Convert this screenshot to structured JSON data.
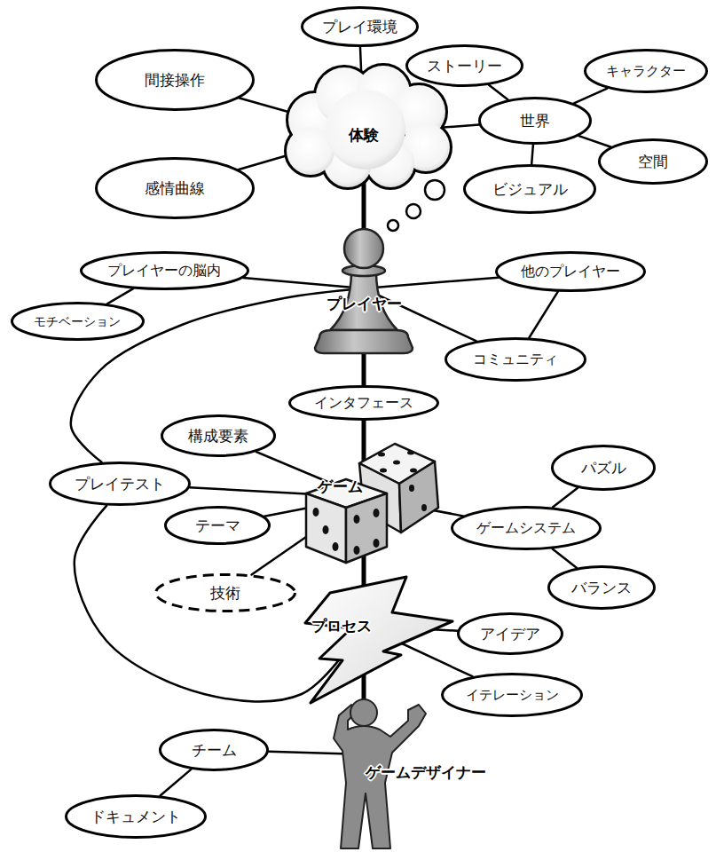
{
  "diagram": {
    "nodes": [
      {
        "text": [
          "プレイ環境"
        ]
      },
      {
        "text": [
          "ストーリー"
        ]
      },
      {
        "text": [
          "キャラクター"
        ]
      },
      {
        "text": [
          "間接操作"
        ]
      },
      {
        "text": [
          "世界"
        ]
      },
      {
        "text": [
          "体験"
        ]
      },
      {
        "text": [
          "空間"
        ]
      },
      {
        "text": [
          "感情曲線"
        ]
      },
      {
        "text": [
          "ビジュアル"
        ]
      },
      {
        "text": [
          "プレイヤーの脳内"
        ]
      },
      {
        "text": [
          "他のプレイヤー"
        ]
      },
      {
        "text": [
          "プレイヤー"
        ]
      },
      {
        "text": [
          "モチベーション"
        ]
      },
      {
        "text": [
          "コミュニティ"
        ]
      },
      {
        "text": [
          "インタフェース"
        ]
      },
      {
        "text": [
          "構成要素"
        ]
      },
      {
        "text": [
          "プレイテスト"
        ]
      },
      {
        "text": [
          "ゲーム"
        ]
      },
      {
        "text": [
          "パズル"
        ]
      },
      {
        "text": [
          "ゲームシステム"
        ]
      },
      {
        "text": [
          "テーマ"
        ]
      },
      {
        "text": [
          "バランス"
        ]
      },
      {
        "text": [
          "技術"
        ]
      },
      {
        "text": [
          "プロセス"
        ]
      },
      {
        "text": [
          "アイデア"
        ]
      },
      {
        "text": [
          "イテレーション"
        ]
      },
      {
        "text": [
          "チーム"
        ]
      },
      {
        "text": [
          "ゲームデザイナー"
        ]
      },
      {
        "text": [
          "ドキュメント"
        ]
      }
    ],
    "edges": [
      {
        "from": 5,
        "to": 0,
        "arrow": "none"
      },
      {
        "from": 5,
        "to": 3,
        "arrow": "none"
      },
      {
        "from": 5,
        "to": 7,
        "arrow": "none"
      },
      {
        "from": 5,
        "to": 4,
        "arrow": "none"
      },
      {
        "from": 4,
        "to": 1,
        "arrow": "none"
      },
      {
        "from": 4,
        "to": 2,
        "arrow": "none"
      },
      {
        "from": 4,
        "to": 6,
        "arrow": "none"
      },
      {
        "from": 4,
        "to": 8,
        "arrow": "none"
      },
      {
        "from": 11,
        "to": 5,
        "arrow": "none"
      },
      {
        "from": 11,
        "to": 9,
        "arrow": "none"
      },
      {
        "from": 11,
        "to": 10,
        "arrow": "none"
      },
      {
        "from": 9,
        "to": 12,
        "arrow": "none"
      },
      {
        "from": 10,
        "to": 13,
        "arrow": "none"
      },
      {
        "from": 11,
        "to": 13,
        "arrow": "none"
      },
      {
        "from": 11,
        "to": 14,
        "arrow": "none"
      },
      {
        "from": 14,
        "to": 17,
        "arrow": "none"
      },
      {
        "from": 17,
        "to": 15,
        "arrow": "none"
      },
      {
        "from": 17,
        "to": 16,
        "arrow": "none"
      },
      {
        "from": 17,
        "to": 20,
        "arrow": "none"
      },
      {
        "from": 17,
        "to": 22,
        "arrow": "none"
      },
      {
        "from": 17,
        "to": 19,
        "arrow": "none"
      },
      {
        "from": 19,
        "to": 18,
        "arrow": "none"
      },
      {
        "from": 19,
        "to": 21,
        "arrow": "none"
      },
      {
        "from": 17,
        "to": 23,
        "arrow": "none"
      },
      {
        "from": 23,
        "to": 24,
        "arrow": "none"
      },
      {
        "from": 23,
        "to": 25,
        "arrow": "none"
      },
      {
        "from": 23,
        "to": 27,
        "arrow": "none"
      },
      {
        "from": 27,
        "to": 26,
        "arrow": "none"
      },
      {
        "from": 26,
        "to": 28,
        "arrow": "none"
      },
      {
        "from": 23,
        "to": 16,
        "arrow": "none"
      },
      {
        "from": 16,
        "to": 11,
        "arrow": "none"
      }
    ]
  }
}
